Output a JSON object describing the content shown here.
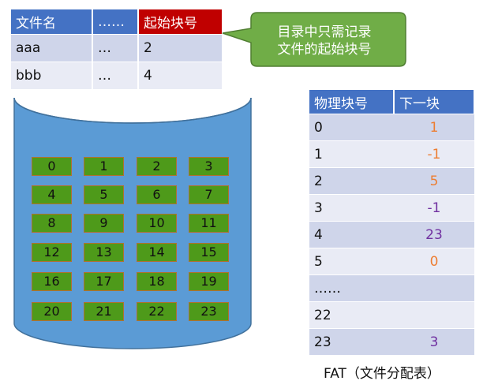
{
  "directory": {
    "headers": [
      "文件名",
      "……",
      "起始块号"
    ],
    "rows": [
      [
        "aaa",
        "…",
        "2"
      ],
      [
        "bbb",
        "…",
        "4"
      ]
    ]
  },
  "callout": {
    "line1": "目录中只需记录",
    "line2": "文件的起始块号"
  },
  "disk_blocks": [
    "0",
    "1",
    "2",
    "3",
    "4",
    "5",
    "6",
    "7",
    "8",
    "9",
    "10",
    "11",
    "12",
    "13",
    "14",
    "15",
    "16",
    "17",
    "18",
    "19",
    "20",
    "21",
    "22",
    "23"
  ],
  "fat": {
    "headers": [
      "物理块号",
      "下一块"
    ],
    "rows": [
      {
        "block": "0",
        "next": "1",
        "color": "#ed7d31"
      },
      {
        "block": "1",
        "next": "-1",
        "color": "#ed7d31"
      },
      {
        "block": "2",
        "next": "5",
        "color": "#ed7d31"
      },
      {
        "block": "3",
        "next": "-1",
        "color": "#7030a0"
      },
      {
        "block": "4",
        "next": "23",
        "color": "#7030a0"
      },
      {
        "block": "5",
        "next": "0",
        "color": "#ed7d31"
      },
      {
        "block": "……",
        "next": "",
        "color": "#111111"
      },
      {
        "block": "22",
        "next": "",
        "color": "#111111"
      },
      {
        "block": "23",
        "next": "3",
        "color": "#7030a0"
      }
    ],
    "caption": "FAT（文件分配表）"
  },
  "colors": {
    "header_blue": "#4472c4",
    "header_red": "#c00000",
    "callout_green": "#70ad47",
    "disk_blue": "#5b9bd5",
    "block_green": "#4e9a1a"
  }
}
